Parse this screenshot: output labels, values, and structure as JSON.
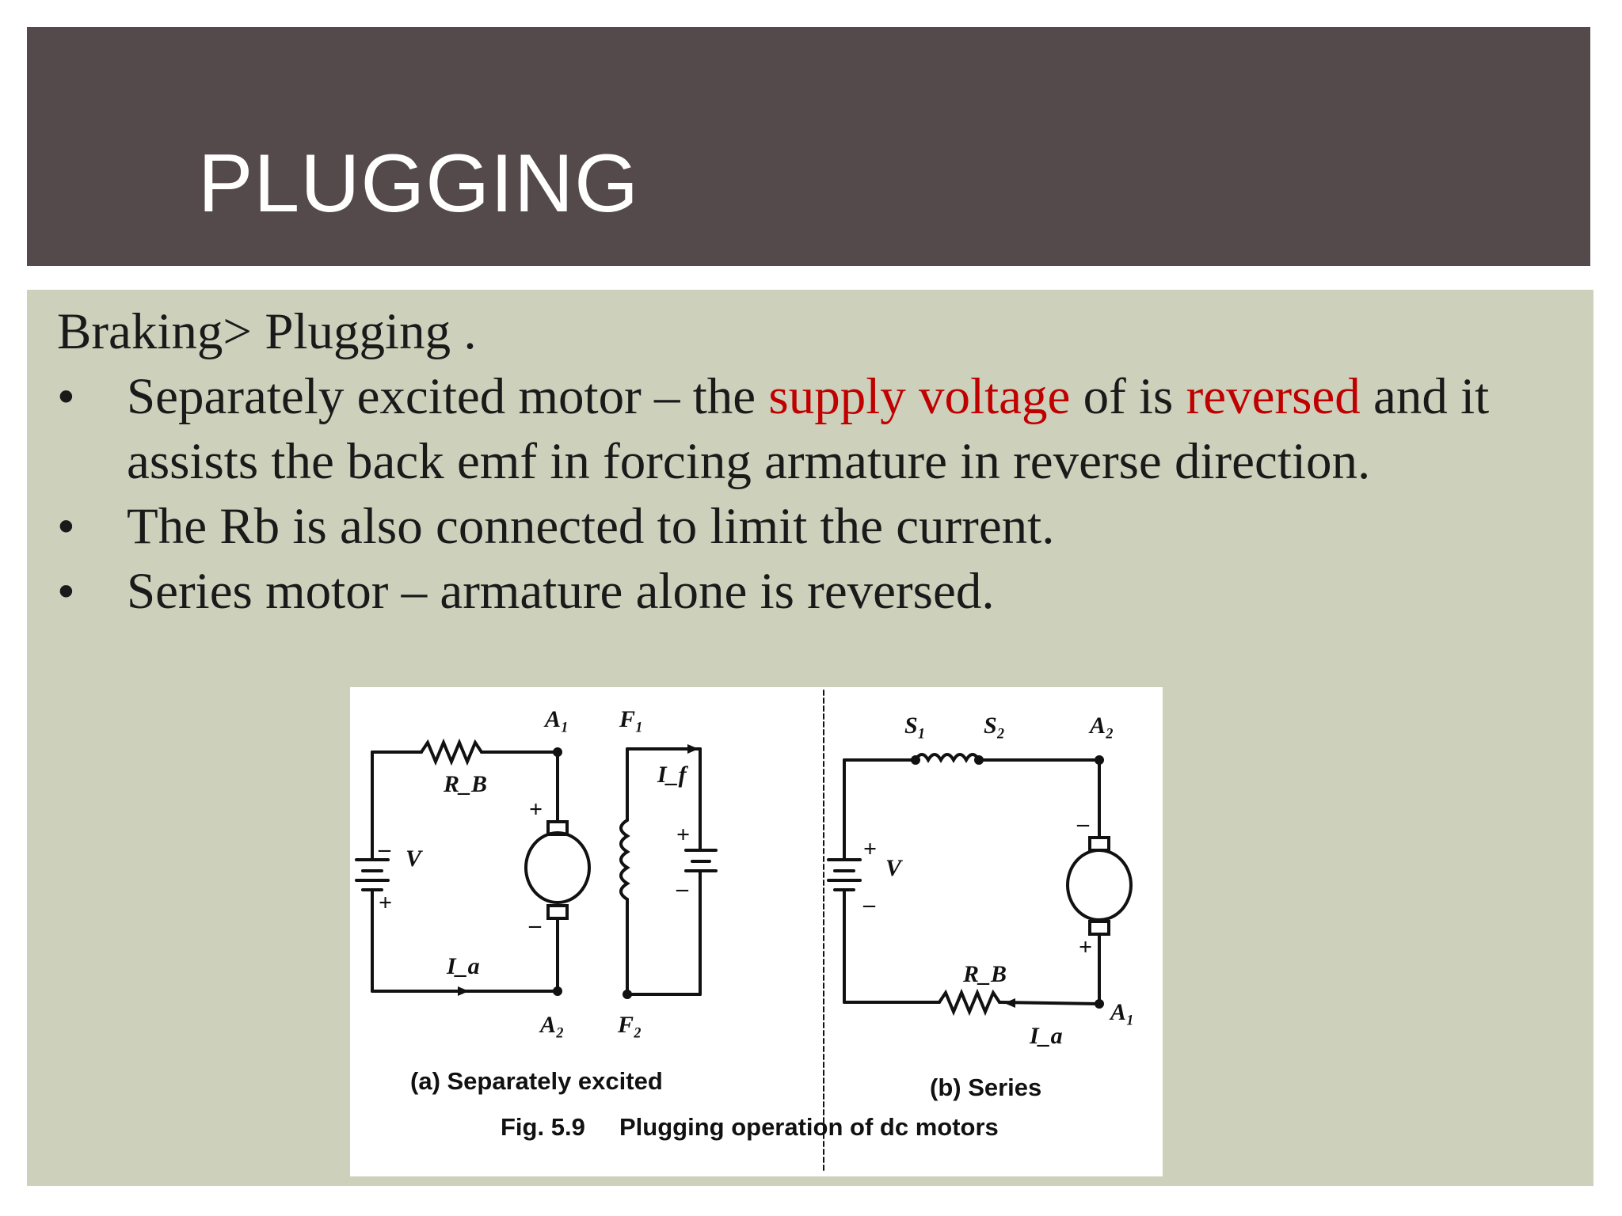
{
  "title": "PLUGGING",
  "heading": "Braking> Plugging .",
  "bullets": [
    {
      "mark": "•",
      "line1_a": "Separately excited motor – the ",
      "line1_hl1": "supply voltage",
      "line1_b": " of is ",
      "line1_hl2": "reversed",
      "line2": " and it assists the back emf in forcing  armature in reverse direction."
    },
    {
      "mark": "•",
      "text": "The Rb is also connected to limit the current."
    },
    {
      "mark": "•",
      "text": "Series motor – armature alone is reversed."
    }
  ],
  "colors": {
    "title_bar": "#54494b",
    "panel": "#cdd0bb",
    "highlight": "#c00000"
  },
  "figure": {
    "caption_a": "(a) Separately excited",
    "caption_b": "(b) Series",
    "fig_number": "Fig. 5.9",
    "fig_title": "Plugging operation of dc motors",
    "labels": {
      "a1": "A₁",
      "a2": "A₂",
      "f1": "F₁",
      "f2": "F₂",
      "rb": "R_B",
      "v": "V",
      "if": "I_f",
      "ia": "I_a",
      "s1": "S₁",
      "s2": "S₂",
      "plus": "+",
      "minus": "–"
    }
  }
}
